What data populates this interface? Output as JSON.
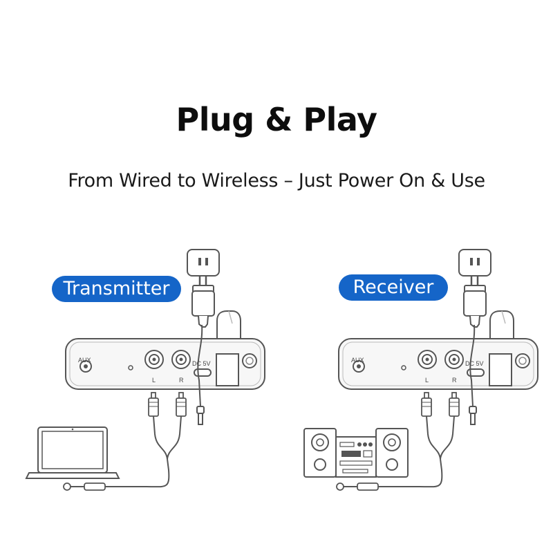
{
  "header": {
    "title": "Plug & Play",
    "subtitle": "From Wired to Wireless – Just Power On & Use"
  },
  "badges": {
    "transmitter": "Transmitter",
    "receiver": "Receiver"
  },
  "device_labels": {
    "aux": "AUX",
    "dc": "DC 5V",
    "left": "L",
    "right": "R"
  },
  "colors": {
    "accent": "#1565c8",
    "line": "#5a5a5a",
    "device_fill": "#f7f7f7"
  },
  "icons": {
    "power_adapter": "power-adapter-icon",
    "laptop": "laptop-icon",
    "stereo": "stereo-system-icon",
    "rca_cable": "rca-cable-icon"
  }
}
